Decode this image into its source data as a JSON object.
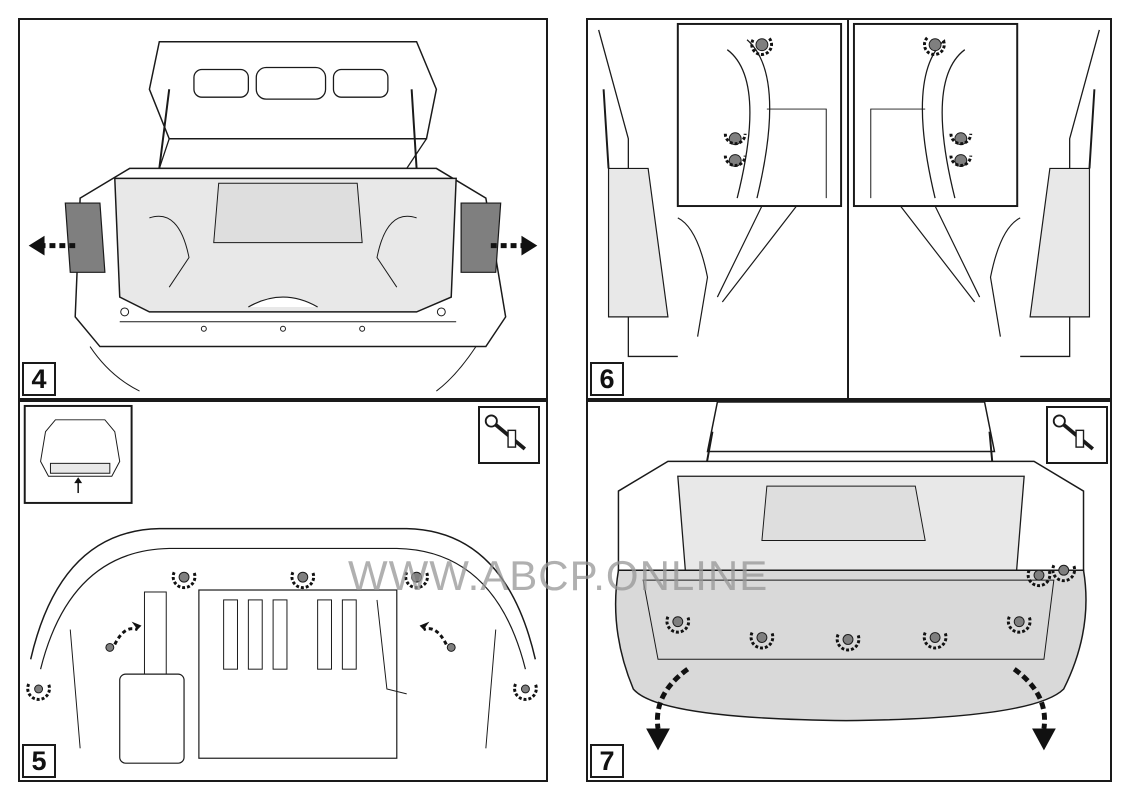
{
  "steps": [
    {
      "number": "4"
    },
    {
      "number": "5"
    },
    {
      "number": "6"
    },
    {
      "number": "7"
    }
  ],
  "watermark": "WWW.ABCP.ONLINE",
  "colors": {
    "outline": "#1a1a1a",
    "trunk_fill": "#e8e8e8",
    "bumper_fill": "#d9d9d9",
    "lamp_fill": "#7f7f7f",
    "watermark": "#969696"
  },
  "icons": {
    "socket_wrench": "socket-wrench-icon",
    "fastener_rotate": "rotate-arrow-icon",
    "pull_direction": "dashed-arrow-icon"
  }
}
